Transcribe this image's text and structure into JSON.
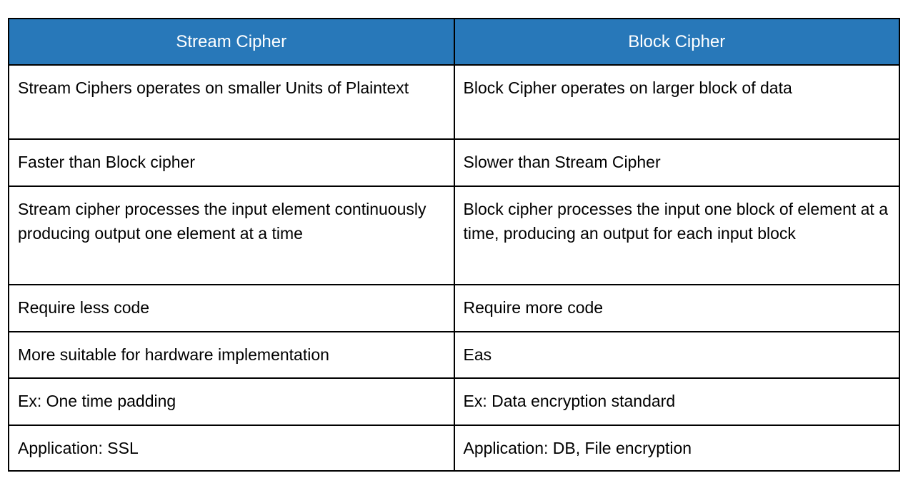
{
  "table": {
    "title_semantic": "Stream Cipher vs Block Cipher comparison",
    "colors": {
      "header_bg": "#2878b9",
      "header_text": "#ffffff",
      "border": "#000000",
      "body_text": "#000000"
    },
    "headers": [
      {
        "label": "Stream Cipher"
      },
      {
        "label": "Block Cipher"
      }
    ],
    "rows": [
      [
        "Stream Ciphers operates on smaller Units of Plaintext",
        "Block Cipher operates on larger block of data"
      ],
      [
        "Faster than Block cipher",
        "Slower than Stream Cipher"
      ],
      [
        "Stream cipher processes the input element continuously producing output one element at a time",
        "Block cipher processes the input one block of element at a time, producing an output for each input block"
      ],
      [
        "Require less code",
        "Require more code"
      ],
      [
        "More suitable for hardware implementation",
        "Eas"
      ],
      [
        "Ex: One time padding",
        "Ex: Data encryption standard"
      ],
      [
        "Application: SSL",
        "Application: DB, File encryption"
      ]
    ]
  }
}
